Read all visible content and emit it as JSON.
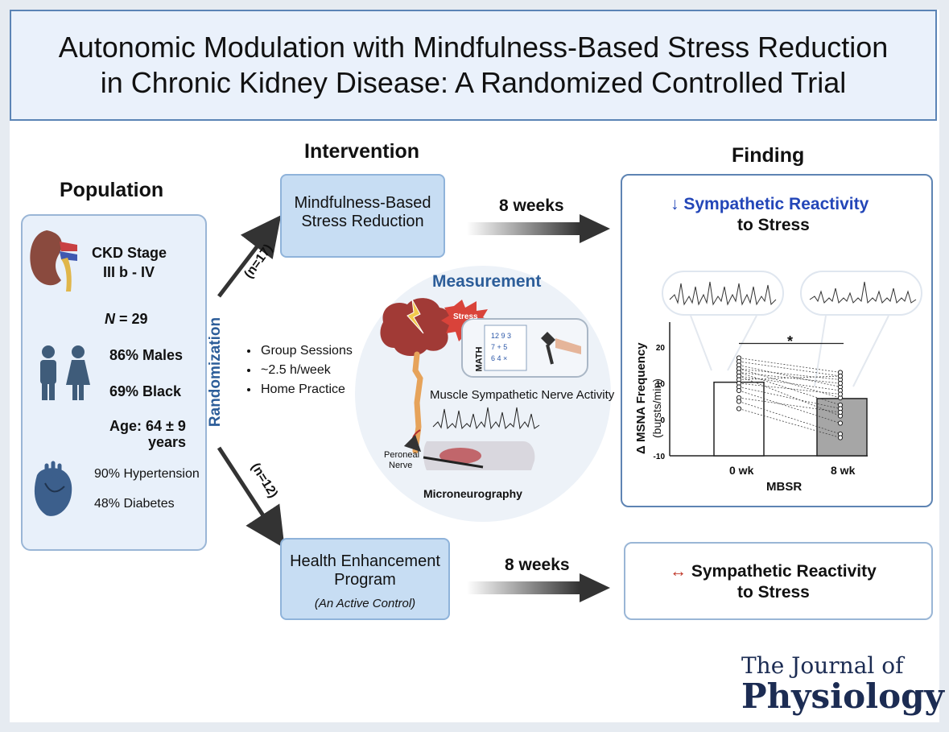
{
  "title": {
    "line1": "Autonomic Modulation with Mindfulness-Based Stress Reduction",
    "line2": "in Chronic Kidney Disease: A Randomized Controlled Trial"
  },
  "population": {
    "heading": "Population",
    "ckd_line1": "CKD Stage",
    "ckd_line2": "III b - IV",
    "n_label": "N",
    "n_value": "= 29",
    "males": "86% Males",
    "black": "69% Black",
    "age_line1": "Age: 64 ± 9",
    "age_line2": "years",
    "hypertension": "90% Hypertension",
    "diabetes": "48% Diabetes"
  },
  "randomization": {
    "label": "Randomization",
    "n_top": "(n=17)",
    "n_bottom": "(n=12)",
    "bullets": [
      "Group Sessions",
      "~2.5 h/week",
      "Home Practice"
    ]
  },
  "intervention": {
    "heading": "Intervention",
    "mbsr_line1": "Mindfulness-Based",
    "mbsr_line2": "Stress Reduction",
    "duration_top": "8 weeks",
    "hep_line1": "Health Enhancement",
    "hep_line2": "Program",
    "hep_note": "(An Active Control)",
    "duration_bottom": "8 weeks"
  },
  "measurement": {
    "heading": "Measurement",
    "stress_label": "Stress",
    "math_label": "MATH",
    "msna_label": "Muscle Sympathetic Nerve Activity",
    "nerve_line1": "Peroneal",
    "nerve_line2": "Nerve",
    "method": "Microneurography"
  },
  "finding": {
    "heading": "Finding",
    "arrow_down": "↓",
    "result_line1": "Sympathetic Reactivity",
    "result_line2": "to Stress",
    "control_arrow": "↔",
    "control_line1": "Sympathetic Reactivity",
    "control_line2": "to Stress"
  },
  "chart_data": {
    "type": "bar",
    "categories": [
      "0 wk",
      "8 wk"
    ],
    "values": [
      10.3,
      5.8
    ],
    "ylabel": "Δ MSNA Frequency",
    "ylabel_units": "(bursts/min)",
    "xlabel": "MBSR",
    "ylim": [
      -10,
      22
    ],
    "yticks": [
      -10,
      0,
      10,
      20
    ],
    "significance": "*",
    "bar_colors": [
      "#ffffff",
      "#a6a6a6"
    ],
    "paired_points": [
      [
        17,
        13
      ],
      [
        16,
        12
      ],
      [
        15,
        9
      ],
      [
        14,
        11
      ],
      [
        14,
        6
      ],
      [
        13,
        10
      ],
      [
        13,
        4
      ],
      [
        12,
        8
      ],
      [
        12,
        1
      ],
      [
        11,
        12
      ],
      [
        10,
        7
      ],
      [
        9,
        3
      ],
      [
        8,
        -1
      ],
      [
        6,
        2
      ],
      [
        5,
        -4
      ],
      [
        3,
        -5
      ]
    ]
  },
  "journal": {
    "line1": "The Journal of",
    "line2": "Physiology"
  },
  "colors": {
    "accent_blue": "#2346b8",
    "heading_blue": "#2c5d99",
    "control_red": "#c0392b",
    "arrow_dark": "#333333"
  }
}
